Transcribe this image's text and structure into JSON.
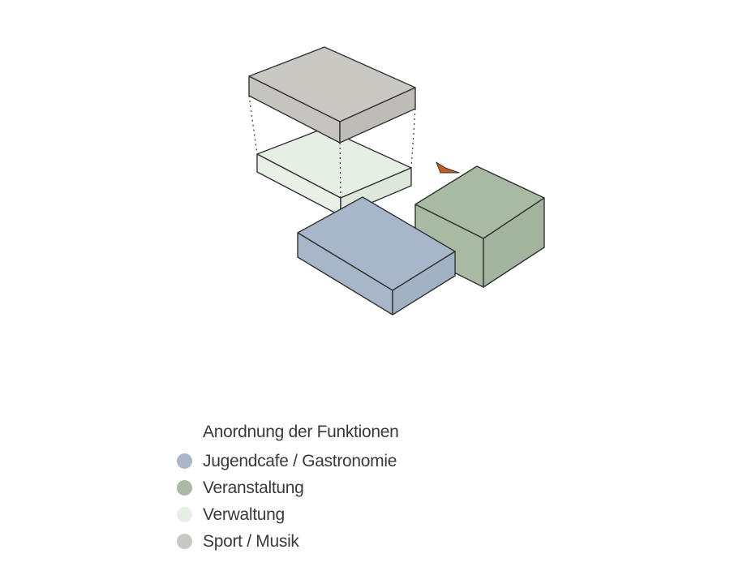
{
  "legend": {
    "title": "Anordnung der Funktionen",
    "items": [
      {
        "label": "Jugendcafe / Gastronomie",
        "color": "#a7b6c9"
      },
      {
        "label": "Veranstaltung",
        "color": "#a8baa3"
      },
      {
        "label": "Verwaltung",
        "color": "#e6efe4"
      },
      {
        "label": "Sport / Musik",
        "color": "#c9c8c2"
      }
    ]
  },
  "colors": {
    "stroke": "#333333",
    "entrance_marker": "#c75b1e"
  }
}
